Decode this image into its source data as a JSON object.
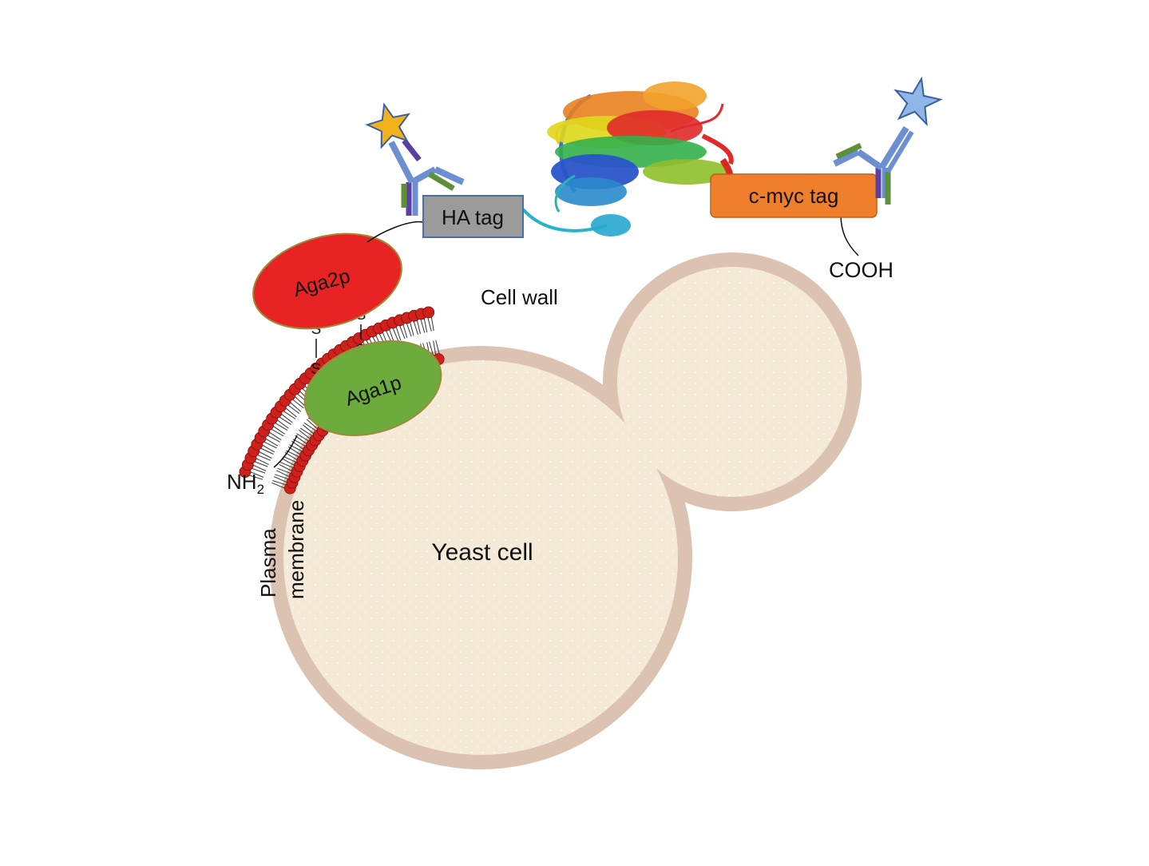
{
  "labels": {
    "ha_tag": "HA tag",
    "cmyc_tag": "c-myc tag",
    "cooh": "COOH",
    "aga2p": "Aga2p",
    "aga1p": "Aga1p",
    "cell_wall": "Cell wall",
    "nh2_main": "NH",
    "nh2_sub": "2",
    "plasma": "Plasma",
    "membrane": "membrane",
    "yeast_cell": "Yeast cell",
    "sulfur": "S"
  },
  "colors": {
    "cell_fill": "#f5e9d7",
    "cell_wall": "#dcc2b0",
    "aga2p": "#e82323",
    "aga1p": "#6cab3c",
    "ha_tag": "#9b9b9b",
    "ha_tag_border": "#4a6fa5",
    "cmyc_tag": "#f07f2c",
    "lipid_head": "#d0201c",
    "antibody_blue": "#6b8fd0",
    "antibody_green": "#5e8f3a",
    "antibody_purple": "#5b3fa0",
    "star_gold": "#f2b21b",
    "star_blue": "#8fb6e6"
  },
  "icons": [
    "star-icon",
    "antibody-icon",
    "protein-ribbon-icon",
    "lipid-bilayer-icon"
  ]
}
